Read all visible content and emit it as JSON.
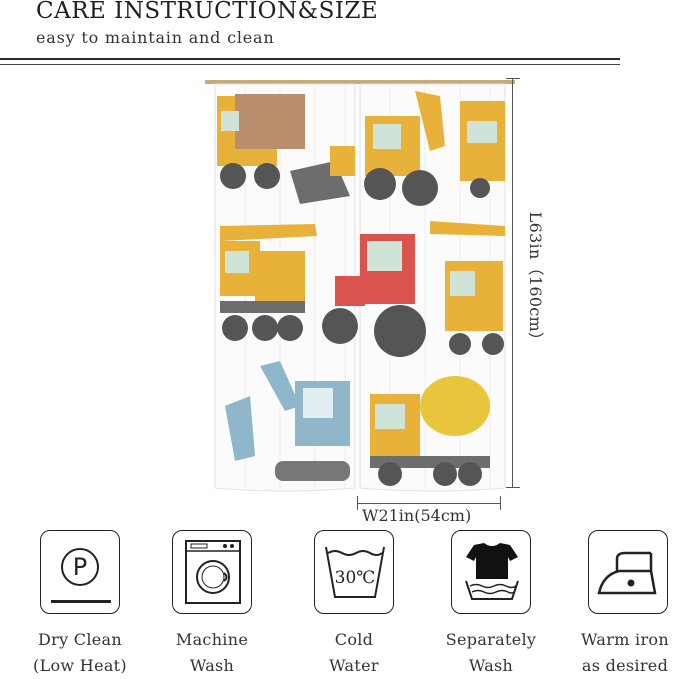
{
  "header": {
    "title": "CARE INSTRUCTION&SIZE",
    "subtitle": "easy to maintain and clean"
  },
  "dimensions": {
    "height_label": "L63in（160cm）",
    "width_label": "W21in(54cm)"
  },
  "care_icons": [
    {
      "icon": "dry-clean-icon",
      "line1": "Dry Clean",
      "line2": "(Low Heat)"
    },
    {
      "icon": "machine-wash-icon",
      "line1": "Machine",
      "line2": "Wash"
    },
    {
      "icon": "cold-water-icon",
      "line1": "Cold",
      "line2": "Water",
      "symbol_text": "30℃"
    },
    {
      "icon": "separately-wash-icon",
      "line1": "Separately",
      "line2": "Wash"
    },
    {
      "icon": "warm-iron-icon",
      "line1": "Warm iron",
      "line2": "as desired"
    }
  ],
  "colors": {
    "text": "#222222",
    "truck_yellow": "#E8B23A",
    "tractor_red": "#D9534F",
    "excavator_blue": "#8FB7C9"
  }
}
